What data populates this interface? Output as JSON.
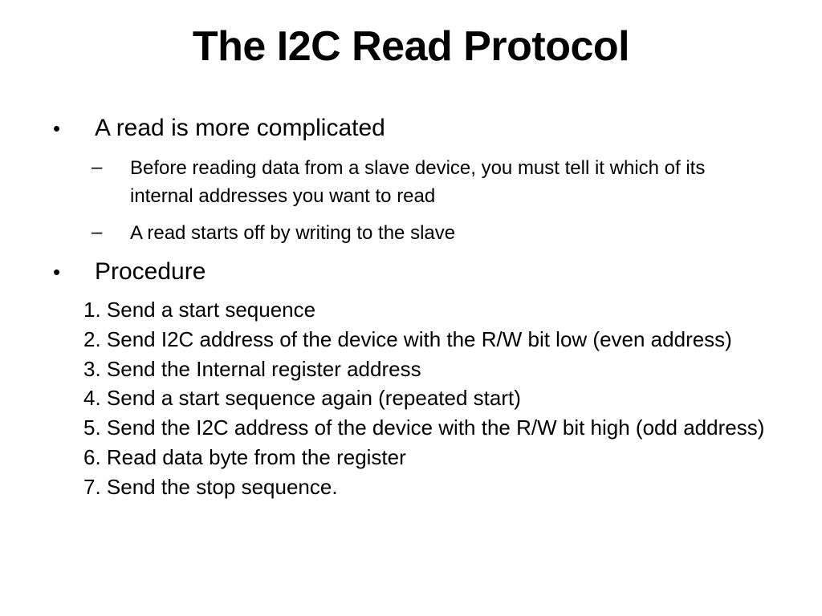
{
  "slide": {
    "title": "The I2C Read Protocol",
    "bullets": [
      {
        "marker": "•",
        "text": "A read is more complicated",
        "subitems": [
          {
            "marker": "–",
            "text": "Before reading data from a slave device, you must tell it which of its internal addresses you want to read"
          },
          {
            "marker": "–",
            "text": "A read starts off by writing to the slave"
          }
        ]
      },
      {
        "marker": "•",
        "text": "Procedure"
      }
    ],
    "steps": [
      "1. Send a start sequence",
      "2. Send I2C address of the device with the R/W bit low (even address)",
      "3. Send the Internal register address",
      "4. Send a start sequence again (repeated start)",
      "5. Send the I2C address of the device with the R/W bit high (odd address)",
      "6. Read data byte from the register",
      "7. Send the stop sequence."
    ]
  }
}
